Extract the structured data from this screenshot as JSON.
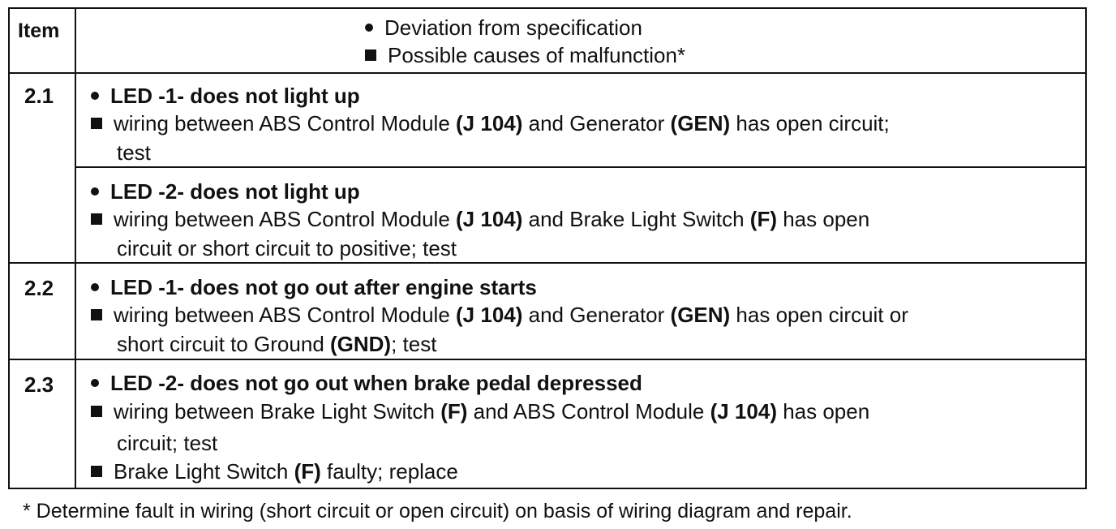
{
  "header": {
    "item": "Item",
    "line1": "Deviation from specification",
    "line2": "Possible causes of malfunction*"
  },
  "rows": [
    {
      "item": "2.1",
      "entries": [
        {
          "deviation": "LED -1- does not light up",
          "cause": {
            "l1a": "wiring between ABS Control Module ",
            "l1b": "(J 104)",
            "l1c": " and Generator ",
            "l1d": "(GEN)",
            "l1e": " has open circuit;",
            "l2": "test"
          }
        },
        {
          "deviation": "LED -2- does not light up",
          "cause": {
            "l1a": "wiring between ABS Control Module ",
            "l1b": "(J 104)",
            "l1c": " and Brake Light Switch ",
            "l1d": "(F)",
            "l1e": " has open",
            "l2": "circuit or short circuit to positive; test"
          }
        }
      ]
    },
    {
      "item": "2.2",
      "deviation": "LED -1- does not go out after engine starts",
      "cause": {
        "l1a": "wiring between ABS Control Module ",
        "l1b": "(J 104)",
        "l1c": " and Generator ",
        "l1d": "(GEN)",
        "l1e": " has open circuit or",
        "l2a": "short circuit to Ground ",
        "l2b": "(GND)",
        "l2c": "; test"
      }
    },
    {
      "item": "2.3",
      "deviation": "LED -2- does not go out when brake pedal depressed",
      "cause1": {
        "l1a": "wiring between Brake Light Switch ",
        "l1b": "(F)",
        "l1c": " and ABS Control Module ",
        "l1d": "(J 104)",
        "l1e": " has open",
        "l2": "circuit; test"
      },
      "cause2": {
        "a": "Brake Light Switch ",
        "b": "(F)",
        "c": " faulty; replace"
      }
    }
  ],
  "footnote": "* Determine fault in wiring (short circuit or open circuit) on basis of wiring diagram and repair."
}
